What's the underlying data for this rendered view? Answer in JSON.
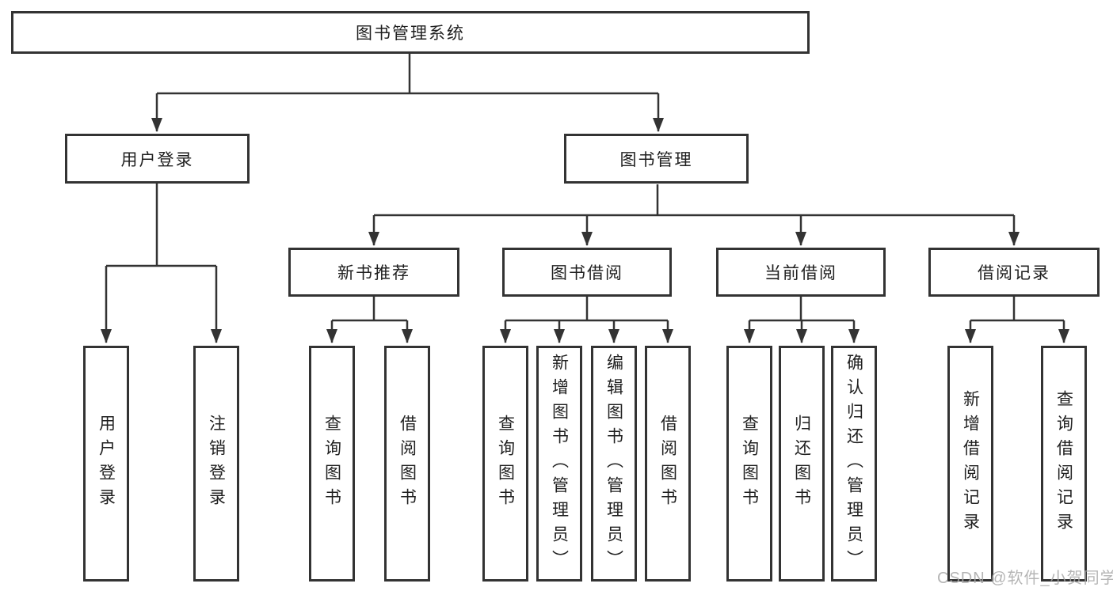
{
  "tree": {
    "label": "图书管理系统",
    "children": [
      {
        "label": "用户登录",
        "children": [
          {
            "label": "用户登录"
          },
          {
            "label": "注销登录"
          }
        ]
      },
      {
        "label": "图书管理",
        "children": [
          {
            "label": "新书推荐",
            "children": [
              {
                "label": "查询图书"
              },
              {
                "label": "借阅图书"
              }
            ]
          },
          {
            "label": "图书借阅",
            "children": [
              {
                "label": "查询图书"
              },
              {
                "label": "新增图书（管理员）"
              },
              {
                "label": "编辑图书（管理员）"
              },
              {
                "label": "借阅图书"
              }
            ]
          },
          {
            "label": "当前借阅",
            "children": [
              {
                "label": "查询图书"
              },
              {
                "label": "归还图书"
              },
              {
                "label": "确认归还（管理员）"
              }
            ]
          },
          {
            "label": "借阅记录",
            "children": [
              {
                "label": "新增借阅记录"
              },
              {
                "label": "查询借阅记录"
              }
            ]
          }
        ]
      }
    ]
  },
  "colors": {
    "line": "#333333",
    "border": "#333333",
    "text": "#202020",
    "watermark": "#a8a8a8"
  },
  "watermark": "CSDN @软件_小贺同学"
}
